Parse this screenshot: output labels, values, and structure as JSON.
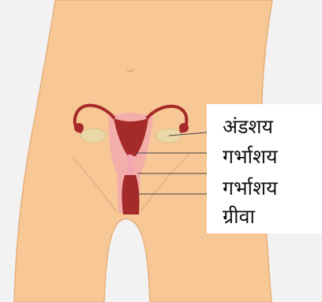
{
  "labels": {
    "ovary": "अंडशय",
    "uterus": "गर्भाशय",
    "cervix_line1": "गर्भाशय",
    "cervix_line2": "ग्रीवा"
  },
  "colors": {
    "background": "#f2f2f2",
    "skin": "#f7c796",
    "skin_outline": "#e6b07c",
    "organ_dark": "#a52a2a",
    "organ_light": "#f2a6b0",
    "ovary": "#ead8a8",
    "leader_line": "#444444",
    "label_box": "#ffffff"
  }
}
